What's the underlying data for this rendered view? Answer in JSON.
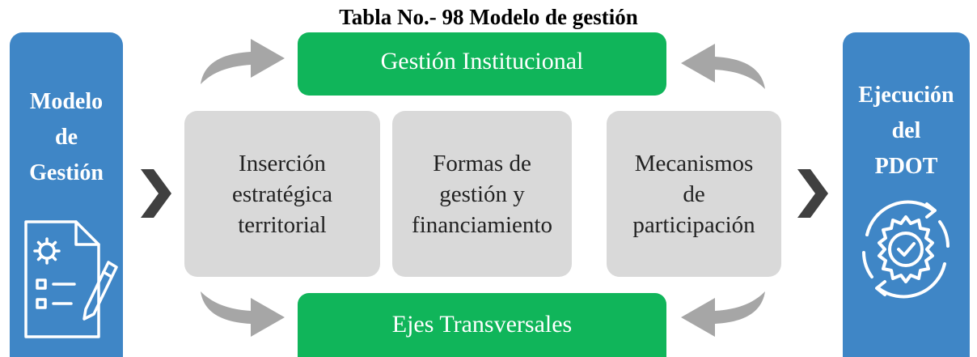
{
  "title": "Tabla No.- 98 Modelo de gestión",
  "left_panel": {
    "lines": [
      "Modelo",
      "de",
      "Gestión"
    ],
    "icon": "document-gear-checklist-pencil-icon"
  },
  "right_panel": {
    "lines": [
      "Ejecución",
      "del",
      "PDOT"
    ],
    "icon": "gear-check-cycle-icon"
  },
  "top_bar": {
    "label": "Gestión Institucional"
  },
  "bottom_bar": {
    "label": "Ejes Transversales"
  },
  "boxes": [
    {
      "lines": [
        "Inserción",
        "estratégica",
        "territorial"
      ]
    },
    {
      "lines": [
        "Formas de",
        "gestión y",
        "financiamiento"
      ]
    },
    {
      "lines": [
        "Mecanismos",
        "de",
        "participación"
      ]
    }
  ],
  "colors": {
    "blue": "#3f86c6",
    "green": "#10b55a",
    "gray_box": "#d9d9d9",
    "arrow_gray": "#a6a6a6",
    "chevron": "#404040"
  }
}
